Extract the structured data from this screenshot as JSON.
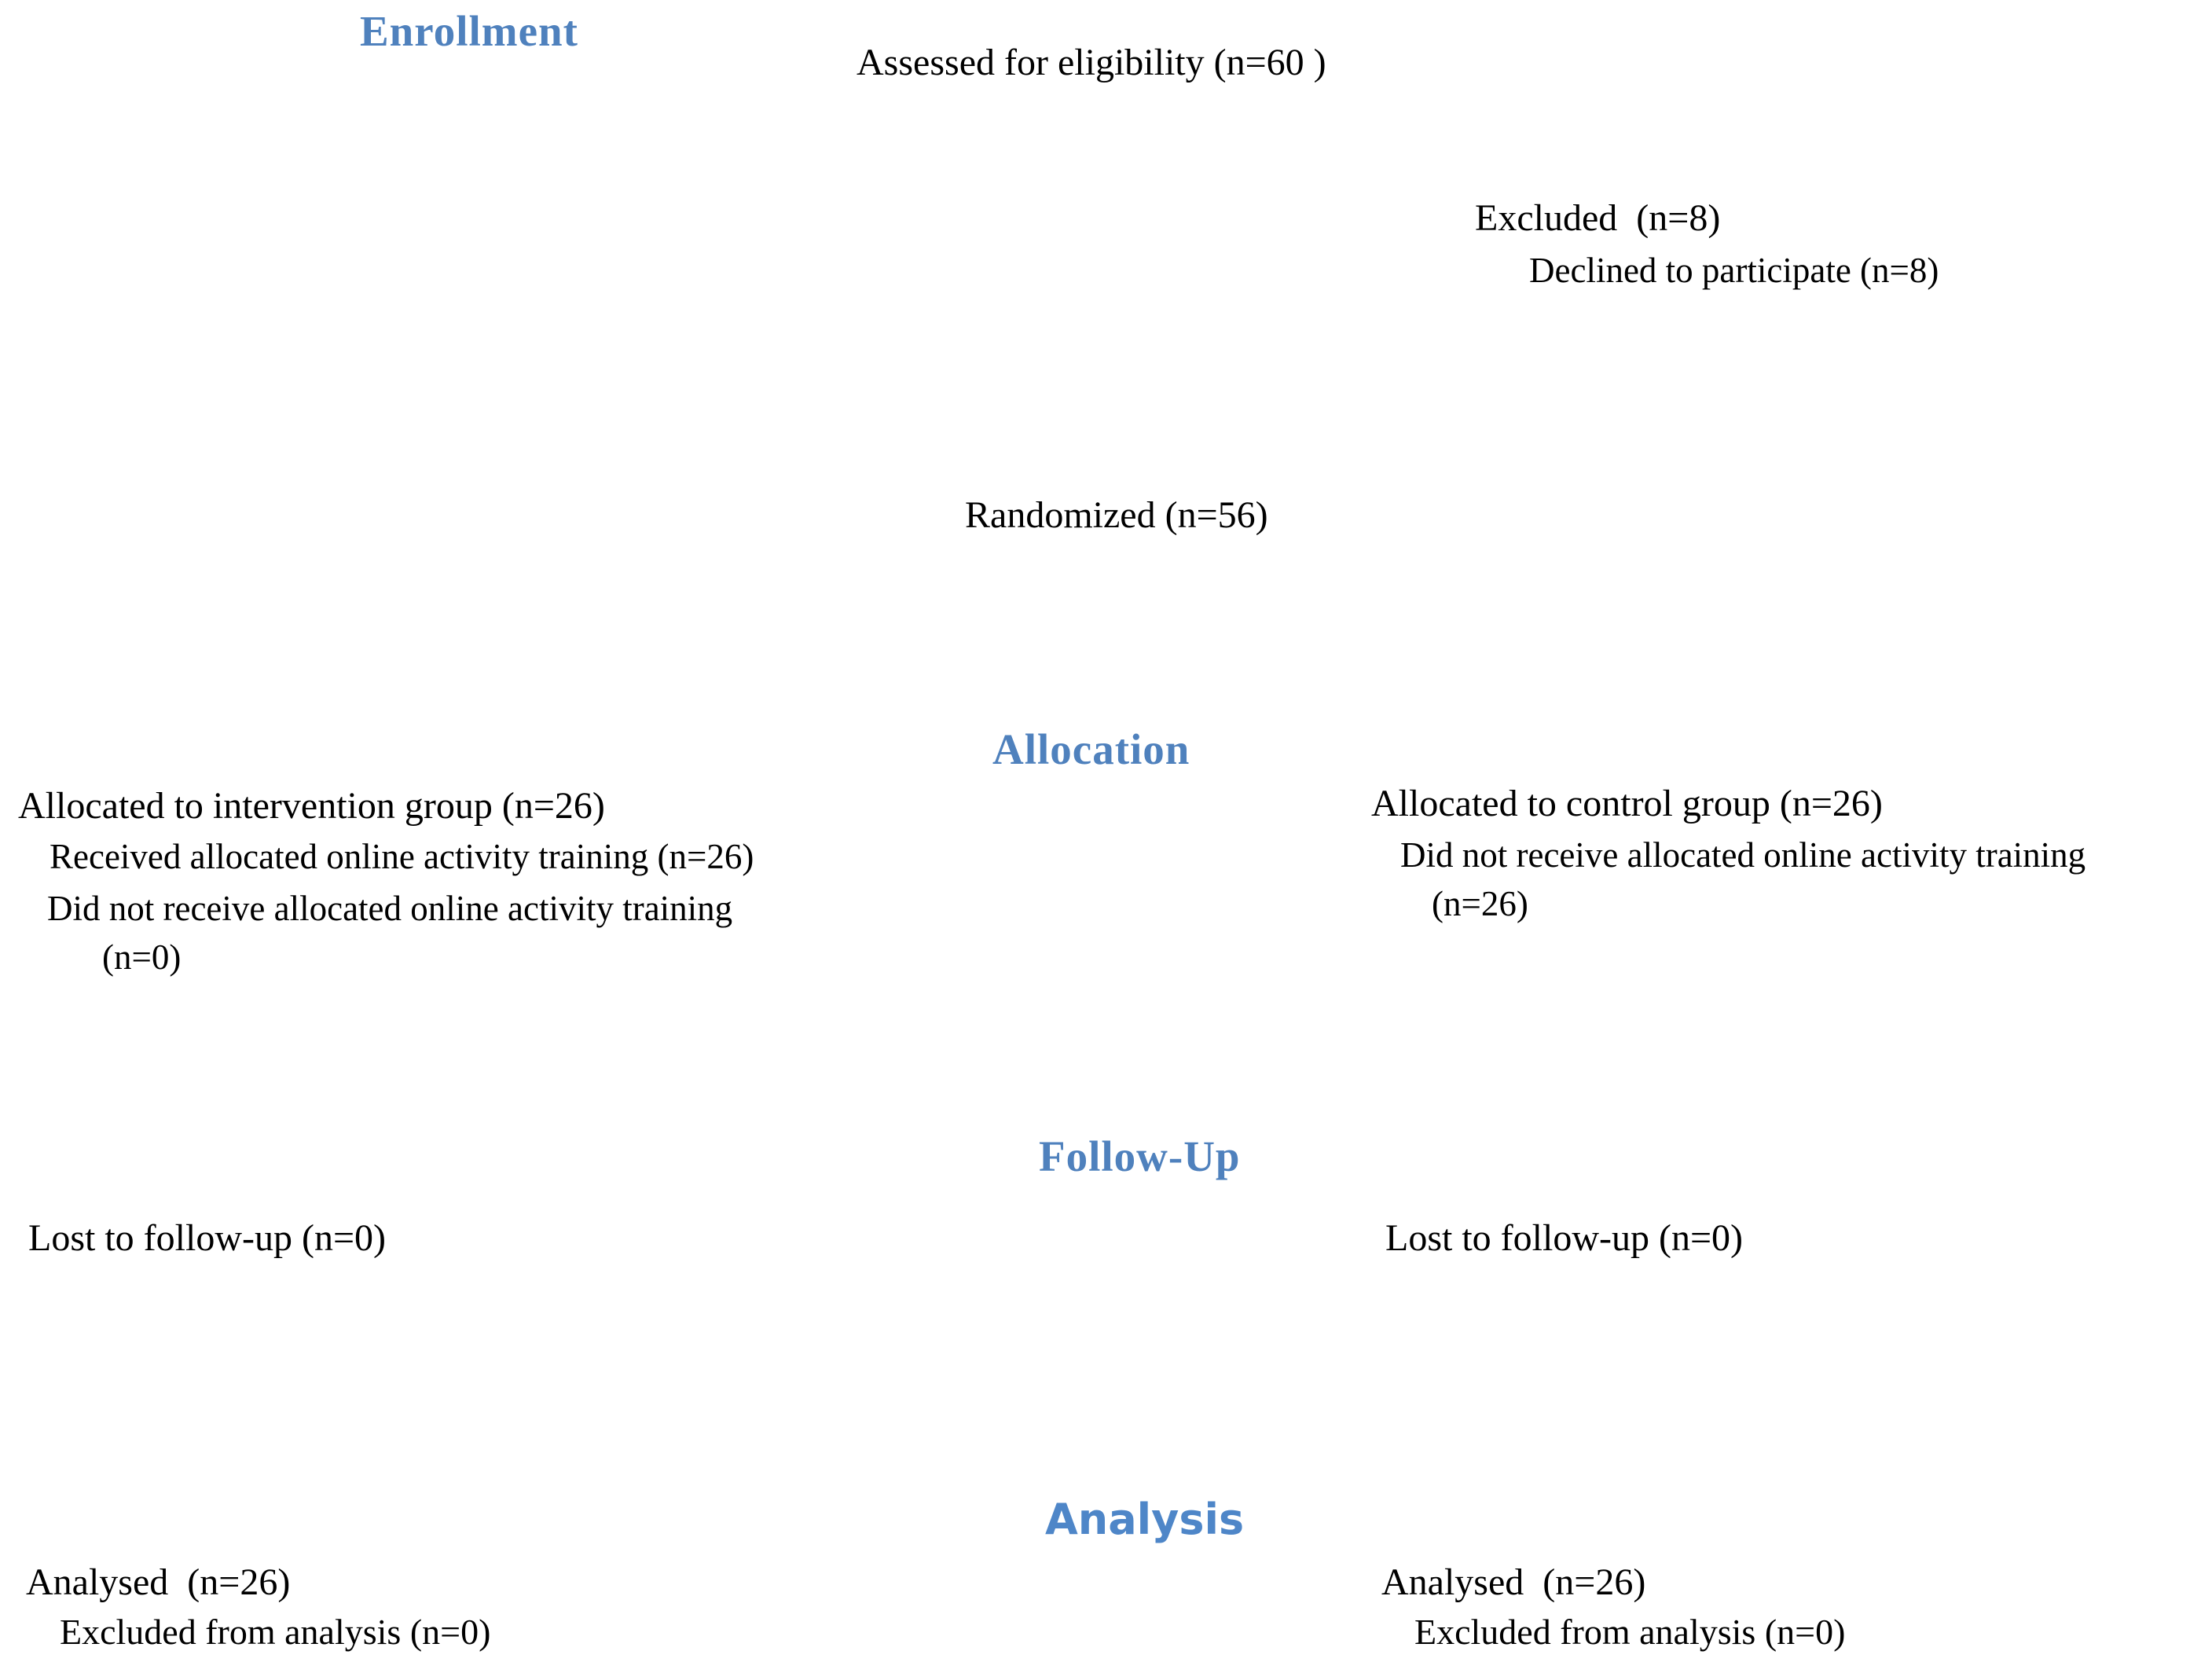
{
  "figure": {
    "background": "#ffffff",
    "text_color": "#000000",
    "header_color": "#4f81bd",
    "analysis_header_color": "#4e86c8"
  },
  "headers": {
    "enrollment": "Enrollment",
    "allocation": "Allocation",
    "followup": "Follow-Up",
    "analysis": "Analysis"
  },
  "nodes": {
    "assessed": {
      "lines": [
        "Assessed for eligibility (n=60 )"
      ]
    },
    "excluded": {
      "lines": [
        "Excluded  (n=8)",
        "Declined to participate (n=8)"
      ]
    },
    "randomized": {
      "lines": [
        "Randomized (n=56)"
      ]
    },
    "intervention_allocation": {
      "lines": [
        "Allocated to intervention group (n=26)",
        "Received allocated online activity training (n=26)",
        "Did not receive allocated online activity training",
        "(n=0)"
      ]
    },
    "control_allocation": {
      "lines": [
        "Allocated to control group (n=26)",
        "Did not receive allocated online activity training",
        "(n=26)"
      ]
    },
    "lost_intervention": {
      "lines": [
        "Lost to follow-up (n=0)"
      ]
    },
    "lost_control": {
      "lines": [
        "Lost to follow-up (n=0)"
      ]
    },
    "analysed_intervention": {
      "lines": [
        "Analysed  (n=26)",
        "Excluded from analysis (n=0)"
      ]
    },
    "analysed_control": {
      "lines": [
        "Analysed  (n=26)",
        "Excluded from analysis (n=0)"
      ]
    }
  }
}
